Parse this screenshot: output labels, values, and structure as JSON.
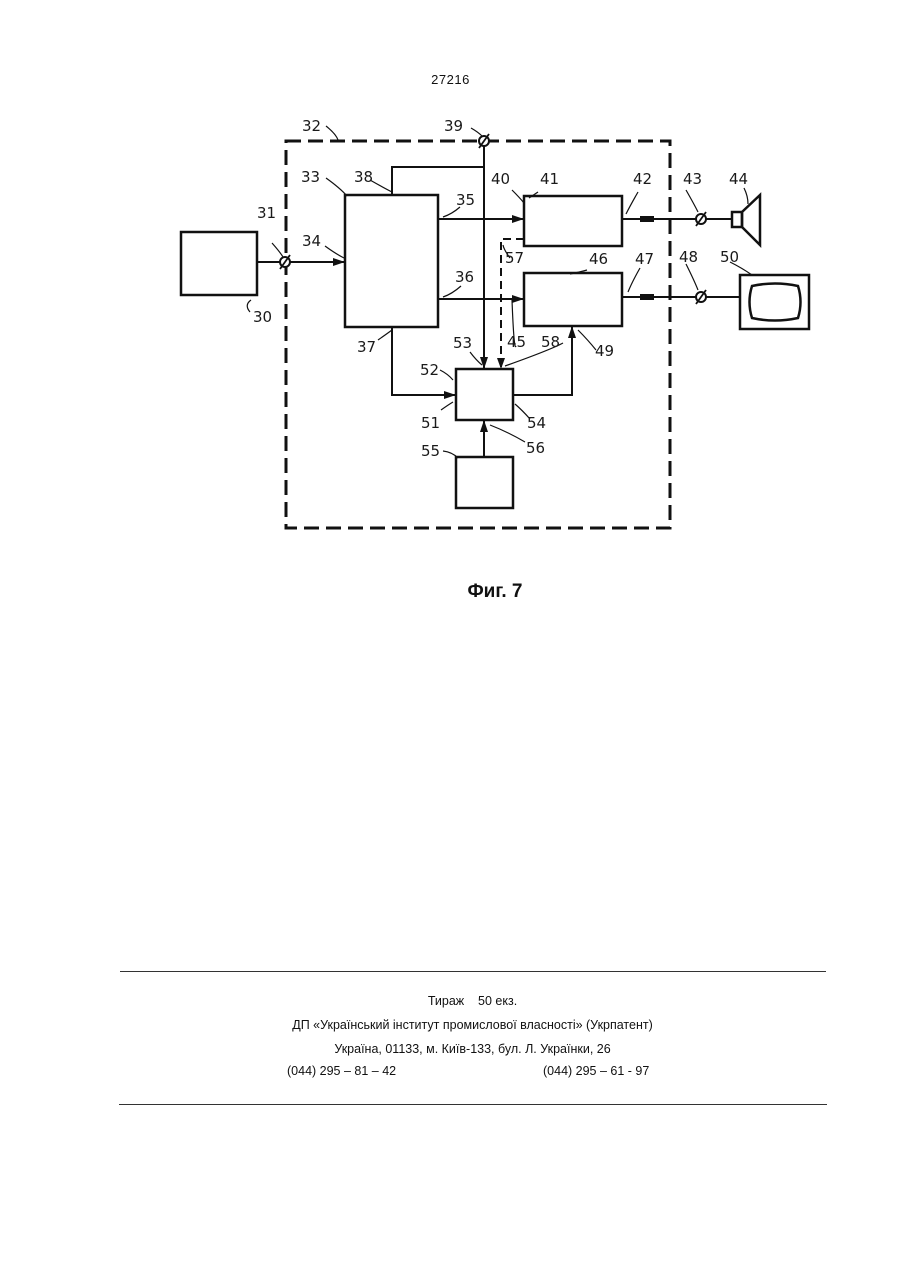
{
  "page_number": "27216",
  "figure": {
    "caption": "Фиг. 7",
    "labels": {
      "l30": "30",
      "l31": "31",
      "l32": "32",
      "l33": "33",
      "l34": "34",
      "l35": "35",
      "l36": "36",
      "l37": "37",
      "l38": "38",
      "l39": "39",
      "l40": "40",
      "l41": "41",
      "l42": "42",
      "l43": "43",
      "l44": "44",
      "l45": "45",
      "l46": "46",
      "l47": "47",
      "l48": "48",
      "l49": "49",
      "l50": "50",
      "l51": "51",
      "l52": "52",
      "l53": "53",
      "l54": "54",
      "l55": "55",
      "l56": "56",
      "l57": "57",
      "l58": "58"
    }
  },
  "imprint": {
    "circulation": "Тираж    50 екз.",
    "publisher": "ДП «Український інститут промислової власності» (Укрпатент)",
    "address": "Україна, 01133, м. Київ-133, бул. Л. Українки, 26",
    "phone_1": "(044) 295 – 81 – 42",
    "phone_2": "(044) 295 – 61 - 97"
  }
}
